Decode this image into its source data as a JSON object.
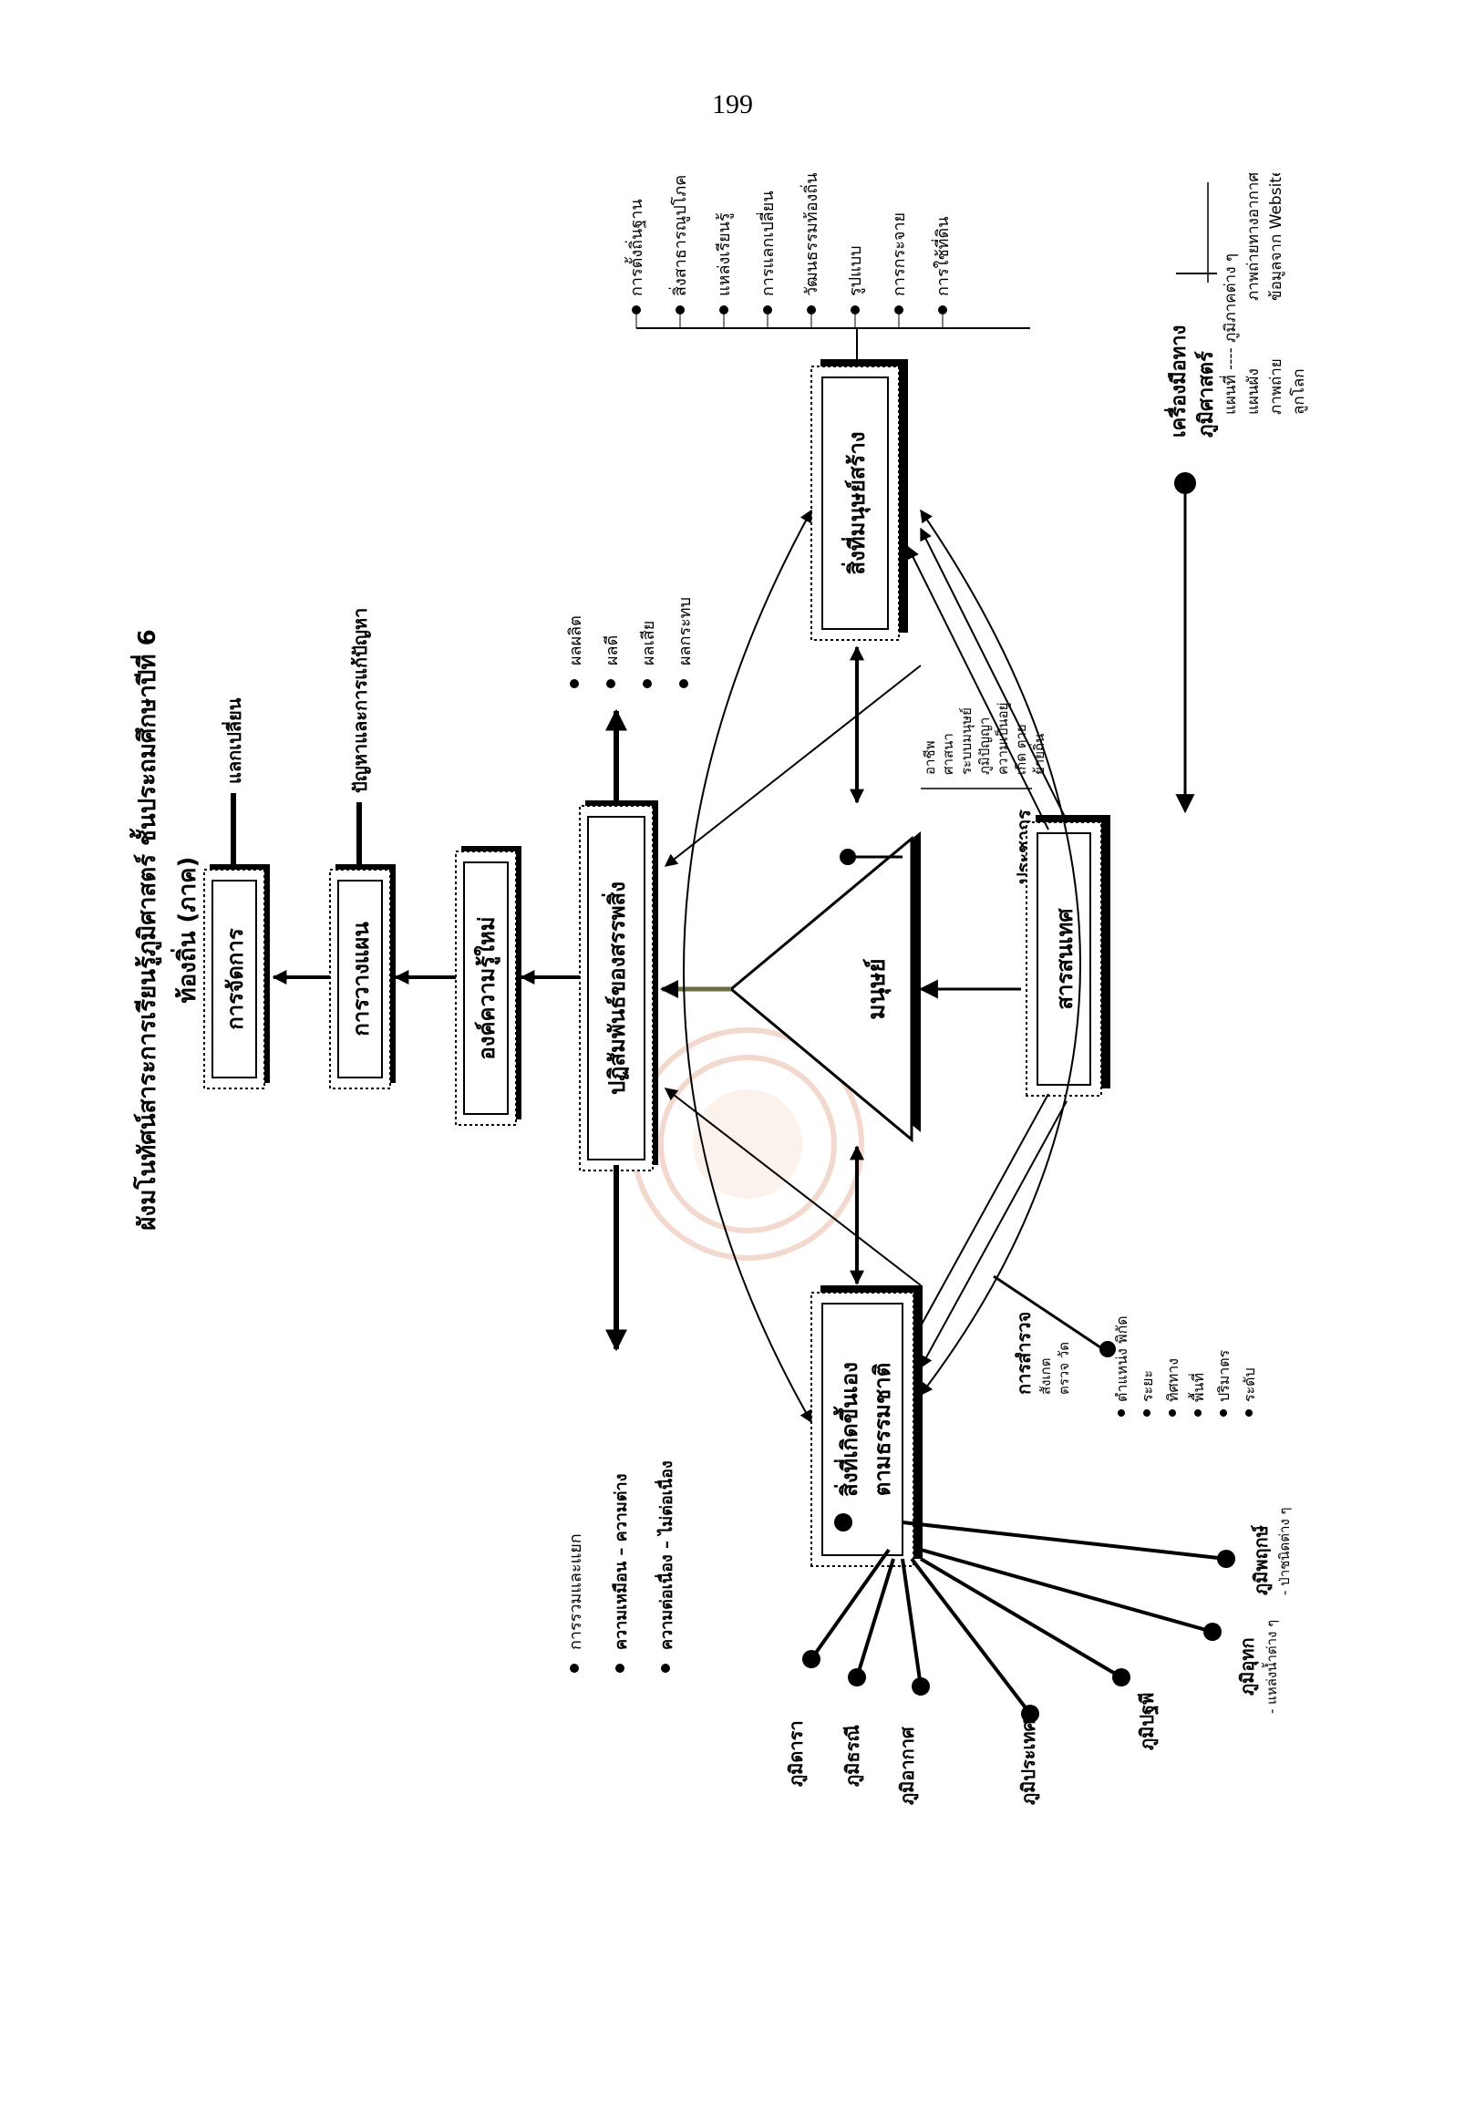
{
  "page_number": "199",
  "title": "ผังมโนทัศน์สาระการเรียนรู้ภูมิศาสตร์ ชั้นประถมศึกษาปีที่ 6",
  "subtitle": "ท้องถิ่น (ภาค)",
  "chain": {
    "management": "การจัดการ",
    "management_note": "แลกเปลี่ยน",
    "planning": "การวางแผน",
    "planning_note": "ปัญหาและการแก้ปัญหา",
    "new_knowledge": "องค์ความรู้ใหม่",
    "interaction": "ปฏิสัมพันธ์ของสรรพสิ่ง"
  },
  "effects": [
    "ผลผลิต",
    "ผลดี",
    "ผลเสีย",
    "ผลกระทบ"
  ],
  "relations": [
    "การรวมและแยก",
    "ความเหมือน – ความต่าง",
    "ความต่อเนื่อง – ไม่ต่อเนื่อง"
  ],
  "human": "มนุษย์",
  "population": {
    "label": "ประชากร",
    "items": [
      "อาชีพ",
      "ศาสนา",
      "ระบบมนุษย์",
      "ภูมิปัญญา",
      "ความเป็นอยู่",
      "เกิด ตาย",
      "ย้ายถิ่น"
    ]
  },
  "man_made": {
    "label": "สิ่งที่มนุษย์สร้าง",
    "items": [
      "การตั้งถิ่นฐาน",
      "สิ่งสาธารณูปโภค",
      "แหล่งเรียนรู้",
      "การแลกเปลี่ยน",
      "วัฒนธรรมท้องถิ่น",
      "รูปแบบ",
      "การกระจาย",
      "การใช้ที่ดิน"
    ]
  },
  "information": "สารสนเทศ",
  "tools": {
    "label_line1": "เครื่องมือทาง",
    "label_line2": "ภูมิศาสตร์",
    "items": [
      "แผนที่ ---- ภูมิภาคต่าง ๆ",
      "แผนผัง",
      "ภาพถ่าย",
      "ลูกโลก",
      "ภาพถ่ายทางอากาศ",
      "ข้อมูลจาก Website"
    ]
  },
  "natural": {
    "label_line1": "สิ่งที่เกิดขึ้นเอง",
    "label_line2": "ตามธรรมชาติ"
  },
  "survey": {
    "label": "การสำรวจ",
    "methods": [
      "สังเกต",
      "ตรวจ วัด"
    ],
    "items": [
      "ตำแหน่ง พิกัด",
      "ระยะ",
      "ทิศทาง",
      "พื้นที่",
      "ปริมาตร",
      "ระดับ"
    ]
  },
  "geo_branches": [
    {
      "name": "ภูมิพฤกษ์",
      "note": "- ป่าชนิดต่าง ๆ"
    },
    {
      "name": "ภูมิอุทก",
      "note": "- แหล่งน้ำต่าง ๆ"
    },
    {
      "name": "ภูมิปฐพี",
      "note": ""
    },
    {
      "name": "ภูมิประเทศ",
      "note": ""
    },
    {
      "name": "ภูมิอากาศ",
      "note": ""
    },
    {
      "name": "ภูมิธรณี",
      "note": ""
    },
    {
      "name": "ภูมิดารา",
      "note": ""
    }
  ]
}
